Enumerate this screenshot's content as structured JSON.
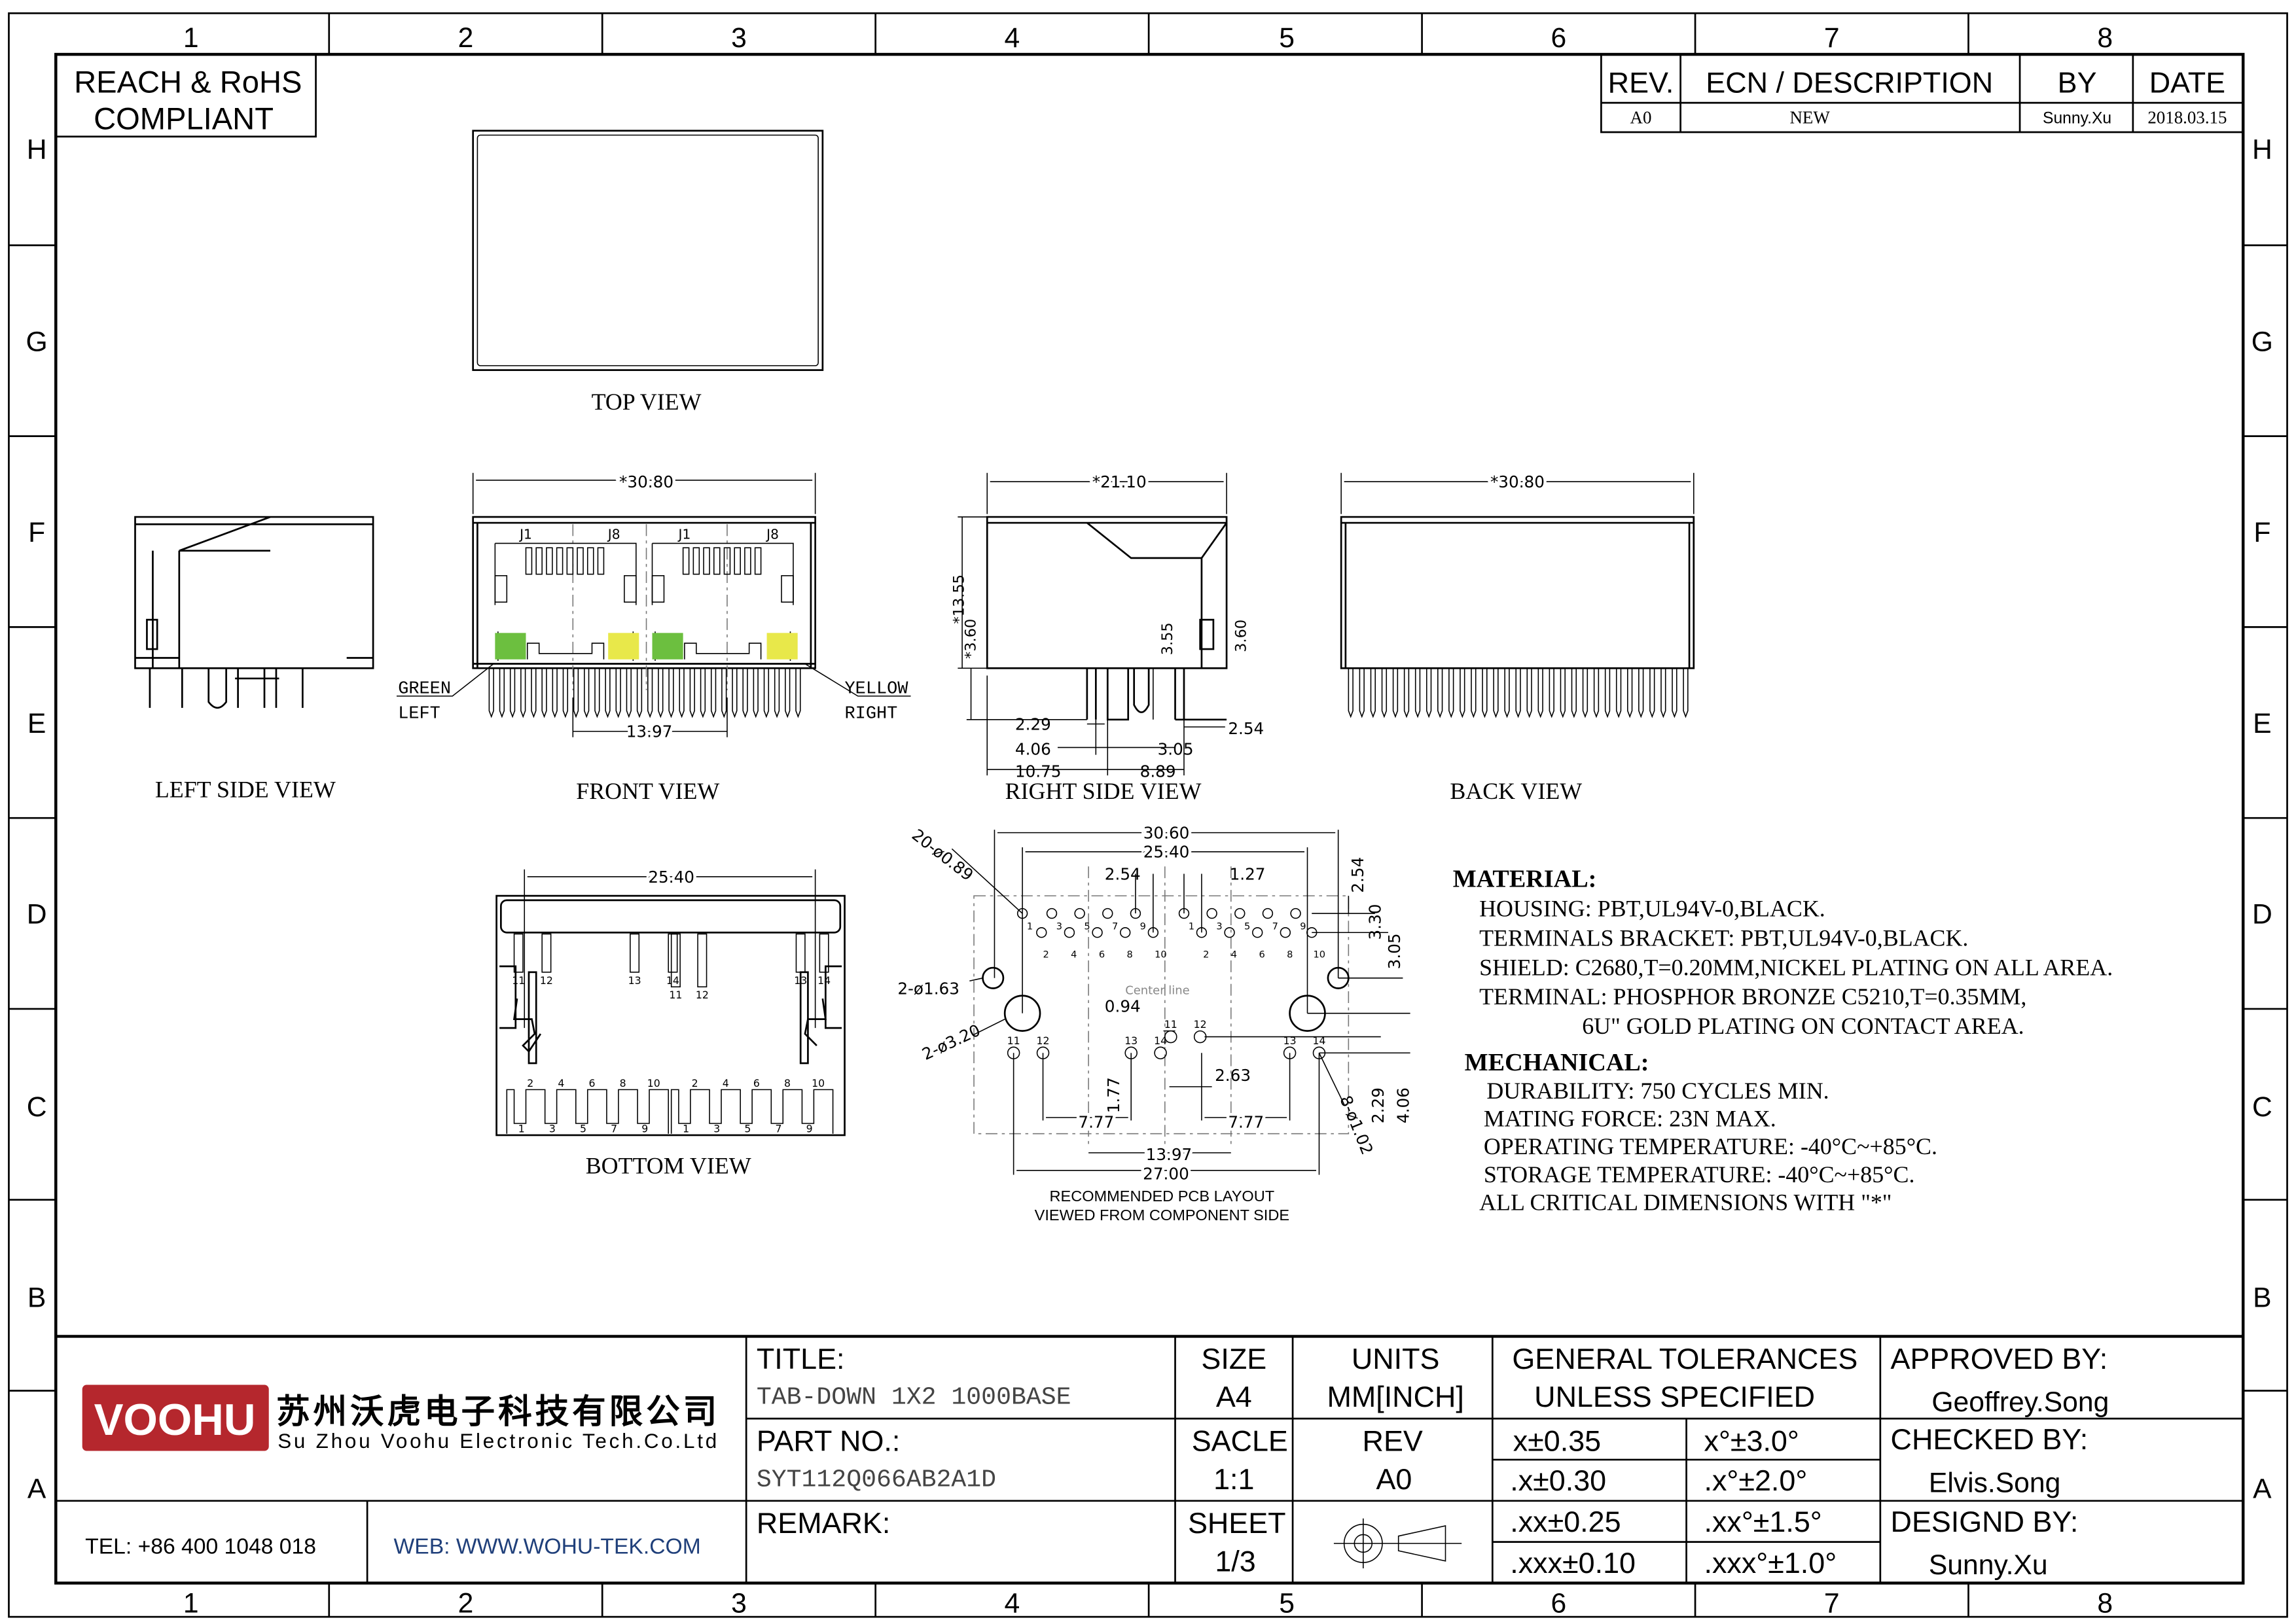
{
  "frame": {
    "columns": [
      "1",
      "2",
      "3",
      "4",
      "5",
      "6",
      "7",
      "8"
    ],
    "rows": [
      "H",
      "G",
      "F",
      "E",
      "D",
      "C",
      "B",
      "A"
    ]
  },
  "compliance": {
    "line1": "REACH & RoHS",
    "line2": "COMPLIANT"
  },
  "revision_table": {
    "headers": {
      "rev": "REV.",
      "ecn": "ECN / DESCRIPTION",
      "by": "BY",
      "date": "DATE"
    },
    "row": {
      "rev": "A0",
      "ecn": "NEW",
      "by": "Sunny.Xu",
      "date": "2018.03.15"
    }
  },
  "views": {
    "top": "TOP VIEW",
    "left_side": "LEFT SIDE VIEW",
    "front": "FRONT VIEW",
    "right_side": "RIGHT SIDE VIEW",
    "back": "BACK VIEW",
    "bottom": "BOTTOM VIEW"
  },
  "front_view": {
    "width_dim": "*30.80",
    "pitch_dim": "13.97",
    "j1": "J1",
    "j8": "J8",
    "green": "GREEN",
    "left": "LEFT",
    "yellow": "YELLOW",
    "right": "RIGHT",
    "led_green": "#6cbf3f",
    "led_yellow": "#e8e84a"
  },
  "right_view": {
    "depth_dim": "*21.10",
    "height_dim": "*13.55",
    "pin_dim_a": "*3.60",
    "dim_355": "3.55",
    "dim_360": "3.60",
    "dim_229": "2.29",
    "dim_406": "4.06",
    "dim_1075": "10.75",
    "dim_305": "3.05",
    "dim_889": "8.89",
    "dim_254": "2.54"
  },
  "back_view": {
    "width_dim": "*30.80"
  },
  "bottom_view": {
    "width_dim": "25.40",
    "top_pins": [
      "11",
      "12",
      "13",
      "14",
      "11",
      "12",
      "13",
      "14"
    ],
    "even_pins": [
      "2",
      "4",
      "6",
      "8",
      "10",
      "2",
      "4",
      "6",
      "8",
      "10"
    ],
    "odd_pins": [
      "1",
      "3",
      "5",
      "7",
      "9",
      "1",
      "3",
      "5",
      "7",
      "9"
    ]
  },
  "pcb_layout": {
    "dim_3060": "30.60",
    "dim_2540": "25.40",
    "dim_254": "2.54",
    "dim_127": "1.27",
    "hole_small": "20-ø0.89",
    "hole_mid": "2-ø1.63",
    "hole_large": "2-ø3.20",
    "center_line": "Center line",
    "dim_094": "0.94",
    "dim_263": "2.63",
    "dim_177": "1.77",
    "dim_777a": "7.77",
    "dim_777b": "7.77",
    "dim_1397": "13.97",
    "dim_2700": "27.00",
    "dim_254v": "2.54",
    "dim_330": "3.30",
    "dim_305": "3.05",
    "dim_229": "2.29",
    "dim_406": "4.06",
    "hole_8": "8-ø1.02",
    "odd_pins": [
      "1",
      "3",
      "5",
      "7",
      "9",
      "1",
      "3",
      "5",
      "7",
      "9"
    ],
    "even_pins": [
      "2",
      "4",
      "6",
      "8",
      "10",
      "2",
      "4",
      "6",
      "8",
      "10"
    ],
    "low_pins": [
      "11",
      "12",
      "13",
      "14",
      "11",
      "12",
      "13",
      "14"
    ],
    "caption1": "RECOMMENDED PCB LAYOUT",
    "caption2": "VIEWED FROM COMPONENT SIDE"
  },
  "notes": {
    "material_title": "MATERIAL:",
    "material": [
      "HOUSING: PBT,UL94V-0,BLACK.",
      "TERMINALS BRACKET: PBT,UL94V-0,BLACK.",
      "SHIELD: C2680,T=0.20MM,NICKEL PLATING ON ALL AREA.",
      "TERMINAL: PHOSPHOR BRONZE C5210,T=0.35MM,",
      "6U\" GOLD PLATING ON CONTACT AREA."
    ],
    "mechanical_title": "MECHANICAL:",
    "mechanical": [
      "DURABILITY: 750 CYCLES MIN.",
      "MATING FORCE: 23N MAX.",
      "OPERATING TEMPERATURE: -40°C~+85°C.",
      "STORAGE TEMPERATURE: -40°C~+85°C.",
      "ALL CRITICAL DIMENSIONS WITH \"*\""
    ]
  },
  "title_block": {
    "logo_text": "VOOHU",
    "company_cn": "苏州沃虎电子科技有限公司",
    "company_en": "Su Zhou Voohu Electronic Tech.Co.Ltd",
    "logo_color": "#b5272d",
    "tel": "TEL: +86 400 1048 018",
    "web": "WEB: WWW.WOHU-TEK.COM",
    "title_label": "TITLE:",
    "title_value": "TAB-DOWN 1X2 1000BASE",
    "part_label": "PART NO.:",
    "part_value": "SYT112Q066AB2A1D",
    "remark_label": "REMARK:",
    "size_label": "SIZE",
    "size_value": "A4",
    "units_label": "UNITS",
    "units_value": "MM[INCH]",
    "scale_label": "SACLE",
    "scale_value": "1:1",
    "rev_label": "REV",
    "rev_value": "A0",
    "sheet_label": "SHEET",
    "sheet_value": "1/3",
    "tol_label1": "GENERAL TOLERANCES",
    "tol_label2": "UNLESS SPECIFIED",
    "tolerances": [
      "x±0.35",
      "x°±3.0°",
      ".x±0.30",
      ".x°±2.0°",
      ".xx±0.25",
      ".xx°±1.5°",
      ".xxx±0.10",
      ".xxx°±1.0°"
    ],
    "approved_label": "APPROVED BY:",
    "approved_value": "Geoffrey.Song",
    "checked_label": "CHECKED BY:",
    "checked_value": "Elvis.Song",
    "designed_label": "DESIGND BY:",
    "designed_value": "Sunny.Xu"
  }
}
